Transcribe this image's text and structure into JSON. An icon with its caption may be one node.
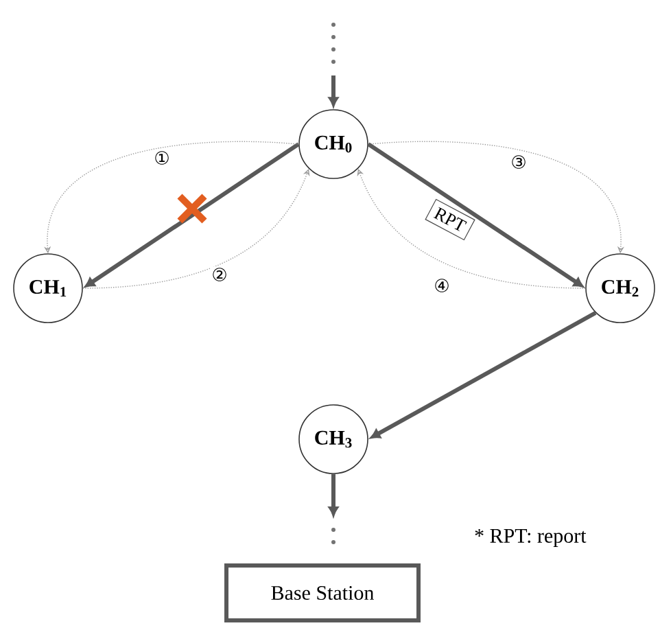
{
  "diagram": {
    "nodes": [
      {
        "text": [
          "CH$_{0}$"
        ]
      },
      {
        "text": [
          "CH$_{1}$"
        ]
      },
      {
        "text": [
          "CH$_{2}$"
        ]
      },
      {
        "text": [
          "CH$_{3}$"
        ]
      },
      {
        "text": [
          "Base Station"
        ]
      }
    ],
    "edges": [
      {
        "from": null,
        "to": 0,
        "arrow": "to"
      },
      {
        "from": 0,
        "to": 1,
        "arrow": "to"
      },
      {
        "from": 0,
        "to": 1,
        "arrow": "to",
        "label": "①",
        "style": "dashed",
        "color": "#9a9a9a"
      },
      {
        "from": 1,
        "to": 0,
        "arrow": "to",
        "label": "②",
        "style": "dashed",
        "color": "#9a9a9a"
      },
      {
        "from": 0,
        "to": 2,
        "arrow": "to",
        "label": "③",
        "style": "dashed",
        "color": "#9a9a9a"
      },
      {
        "from": 2,
        "to": 0,
        "arrow": "to",
        "label": "④",
        "style": "dashed",
        "color": "#9a9a9a"
      },
      {
        "from": 0,
        "to": 2,
        "arrow": "to",
        "label": "RPT"
      },
      {
        "from": 2,
        "to": 3,
        "arrow": "to"
      },
      {
        "from": 3,
        "to": null,
        "arrow": "to"
      }
    ],
    "labels": [
      "* RPT: report"
    ]
  }
}
